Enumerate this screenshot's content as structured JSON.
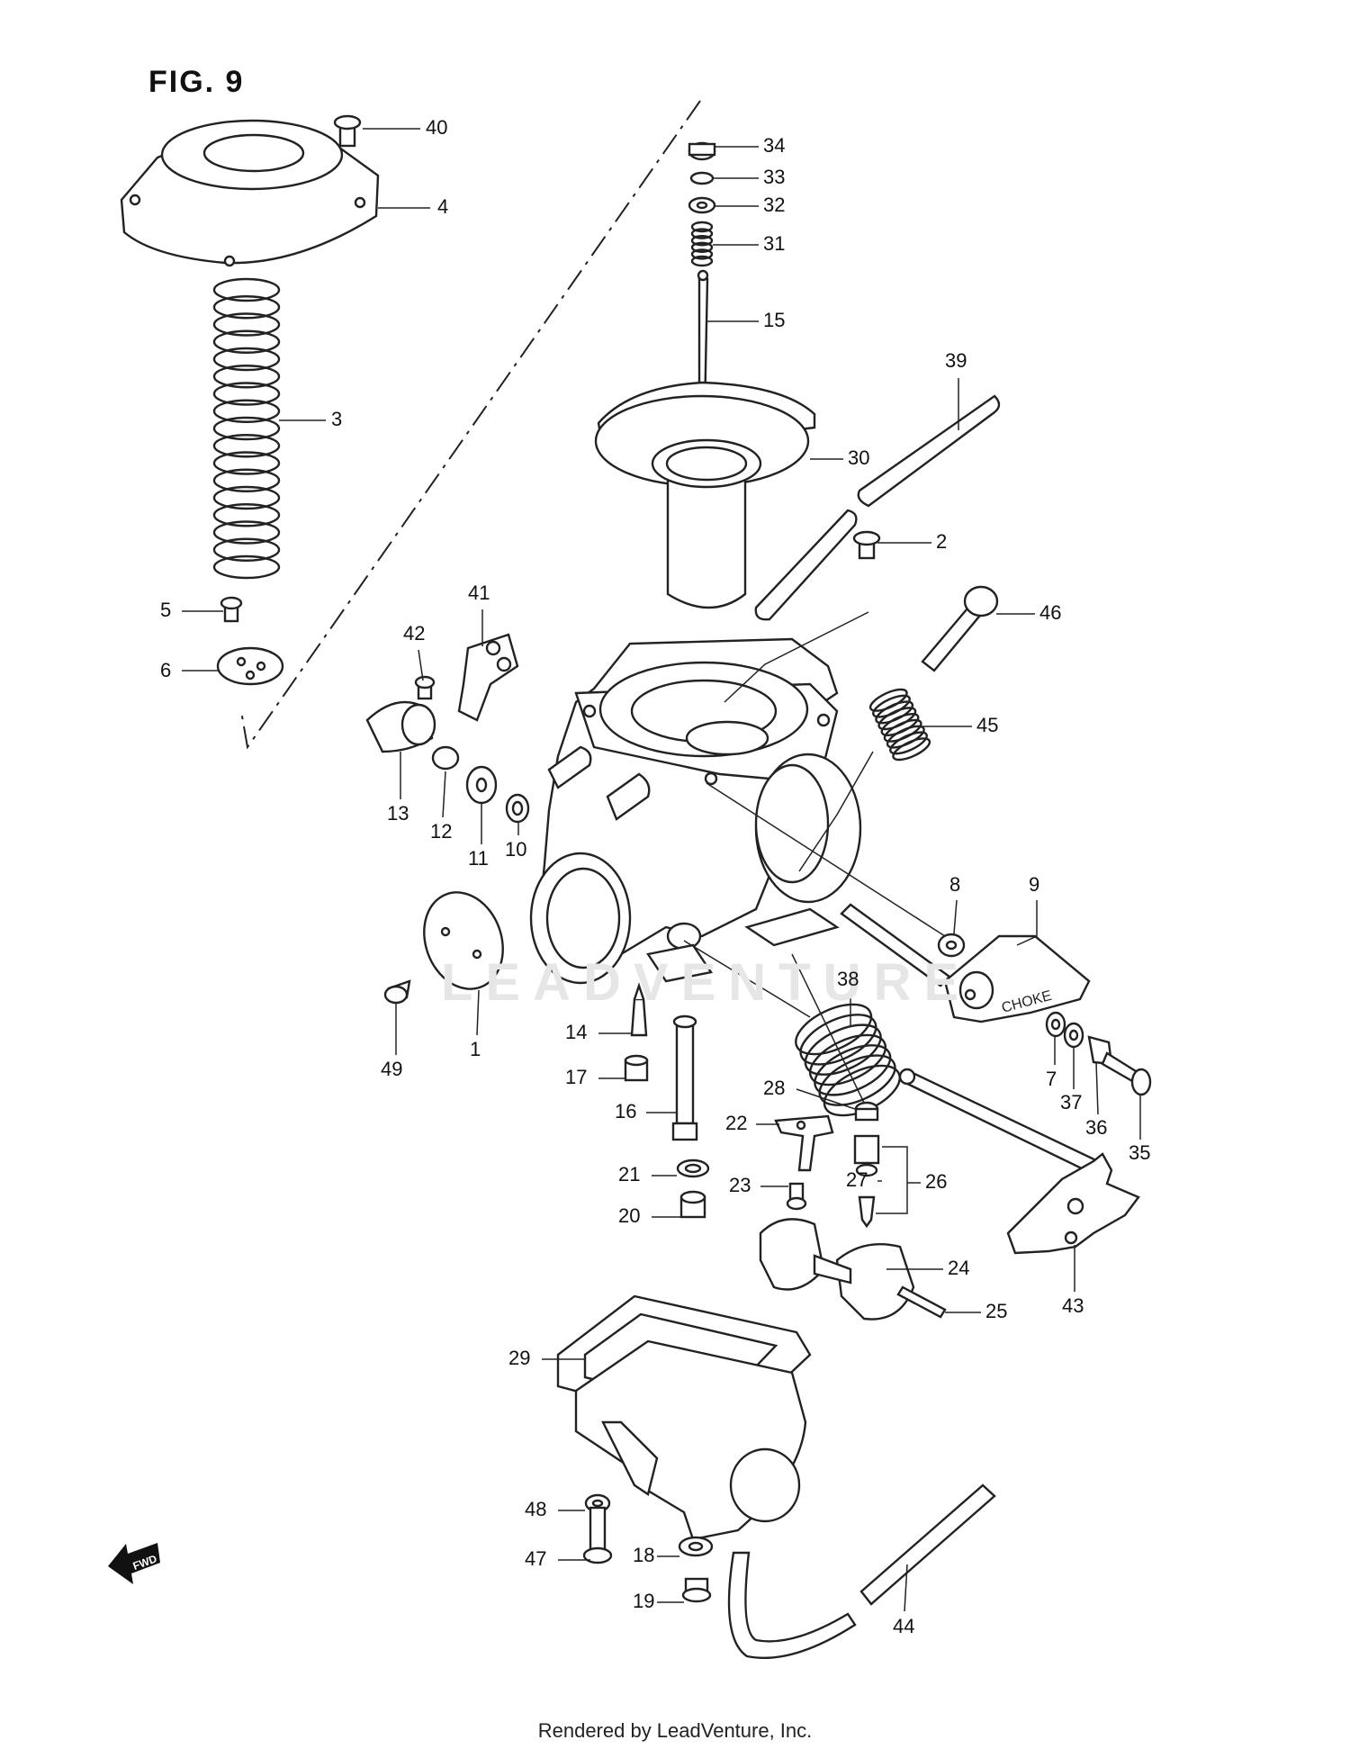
{
  "title": "FIG. 9",
  "watermark": "LEADVENTURE",
  "footer": "Rendered by LeadVenture, Inc.",
  "fwd_label": "FWD",
  "choke_label": "CHOKE",
  "callouts": [
    "40",
    "4",
    "3",
    "5",
    "6",
    "34",
    "33",
    "32",
    "31",
    "15",
    "39",
    "30",
    "2",
    "41",
    "42",
    "46",
    "45",
    "13",
    "12",
    "11",
    "10",
    "8",
    "9",
    "1",
    "49",
    "14",
    "17",
    "16",
    "38",
    "7",
    "37",
    "36",
    "35",
    "28",
    "22",
    "21",
    "23",
    "27",
    "26",
    "20",
    "24",
    "25",
    "43",
    "29",
    "48",
    "47",
    "18",
    "19",
    "44"
  ]
}
